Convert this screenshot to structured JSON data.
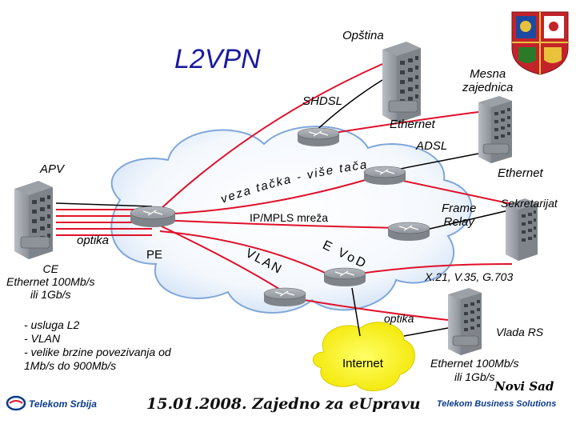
{
  "title": "L2VPN",
  "sites": {
    "opstina": "Opština",
    "mesna_zajednica": "Mesna\nzajednica",
    "sekretarijat": "Sekretarijat",
    "vlada_rs": "Vlada RS",
    "apv": "APV"
  },
  "links": {
    "shdsl": "SHDSL",
    "ethernet_1": "Ethernet",
    "adsl": "ADSL",
    "ethernet_2": "Ethernet",
    "frame_relay": "Frame\nRelay",
    "x21": "X.21, V.35, G.703",
    "optika_left": "optika",
    "optika_bottom": "optika"
  },
  "network": {
    "cloud_label": "IP/MPLS mreža",
    "curved_text": "veza tačka - više tačaka",
    "pe": "PE",
    "vlan": "VLAN",
    "evod": "E VoD",
    "internet": "Internet"
  },
  "ce": {
    "label": "CE\nEthernet 100Mb/s\nili 1Gb/s"
  },
  "right_bottom": {
    "label": "Ethernet 100Mb/s\nili 1Gb/s"
  },
  "bullets": [
    "- usluga L2",
    "- VLAN",
    "- velike brzine povezivanja od",
    "1Mb/s do 900Mb/s"
  ],
  "footer": {
    "date_text": "15.01.2008. Zajedno za eUpravu",
    "telekom_logo": "Telekom Srbija",
    "business_logo": "Telekom Business Solutions",
    "novi_sad": "Novi Sad"
  },
  "colors": {
    "cloud_fill": "#ffffff",
    "cloud_stroke": "#7fa7d9",
    "cloud_glow": "#cfe0f5",
    "link_red": "#e0102a",
    "link_black": "#000000",
    "internet_fill": "#ffff55",
    "title_blue": "#1a1aa0",
    "router_gray": "#8d9399"
  }
}
